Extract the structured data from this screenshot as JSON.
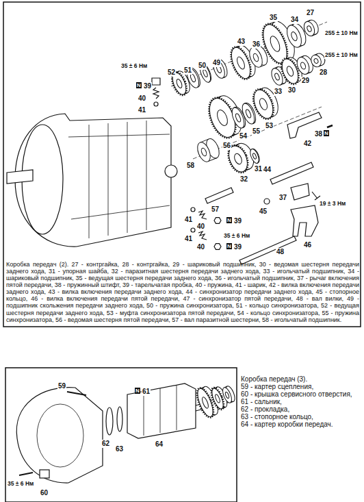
{
  "diagram": {
    "labels": [
      "35",
      "34",
      "27",
      "255 ± 10 Нм",
      "255 ± 10 Нм",
      "43",
      "36",
      "52",
      "51",
      "50",
      "49",
      "33",
      "30",
      "29",
      "28",
      "35 ± 6 Нм",
      "N",
      "39",
      "40",
      "41",
      "53",
      "55",
      "54",
      "56",
      "42",
      "38",
      "N",
      "58",
      "31",
      "32",
      "44",
      "37",
      "19 ± 3 Нм",
      "57",
      "45",
      "41",
      "40",
      "N",
      "39",
      "35 ± 6 Нм",
      "46",
      "48",
      "41",
      "40",
      "N",
      "39",
      "Коробка передач (2). 27 - контргайка, 28 - контргайка, 29 - шариковый подшипник, 30 - ведомая шестерня передачи заднего хода, 31 - упорная шайба, 32 - паразитная шестерня передачи заднего хода, 33 - игольчатый подшипник, 34 - шариковый подшипник, 35 - ведущая шестерня передачи заднего хода, 36 - игольчатый подшипник, 37 - рычаг включения пятой передачи, 38 - пружинный штифт, 39 - тарельчатая пробка, 40 - пружина, 41 - шарик, 42 - вилка включения передачи заднего хода, 43 - вилка включения передачи заднего хода, 44 - синхронизатор передачи заднего хода, 45 - стопорное кольцо, 46 - вилка включения передачи пятой передачи, 47 - синхронизатор пятой передачи, 48 - вал вилки, 49 - подшипник скольжения передачи заднего хода, 50 - пружина синхронизатора, 51 - кольцо синхронизатора, 52 - ведущая шестерня передачи заднего хода, 53 - муфта синхронизатора пятой передачи, 54 - кольцо синхронизатора, 55 - пружина синхронизатора, 56 - ведомая шестерня пятой передачи, 57 - вал паразитной шестерни, 58 - игольчатый подшипник.",
      "Коробка передач (3).",
      "59 - картер сцепления,",
      "60 - крышка сервисного отверстия,",
      "61 - сальник,",
      "62 - прокладка,",
      "63 - стопорное кольцо,",
      "64 - картер коробки передач.",
      "59",
      "N",
      "61",
      "62",
      "63",
      "64",
      "35 ± 6 Нм",
      "60"
    ]
  }
}
